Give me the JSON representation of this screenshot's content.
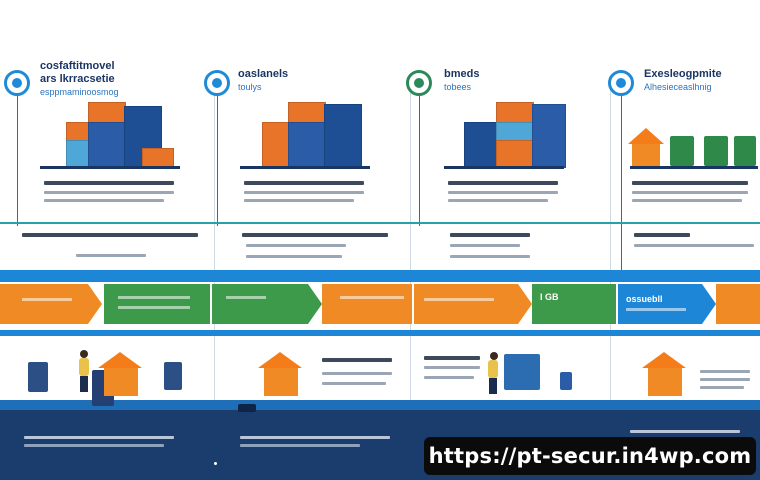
{
  "columns": [
    {
      "title": "cosfaftitmovel",
      "title2": "ars lkrracsetie",
      "subtitle": "esppmaminoosmog"
    },
    {
      "title": "oaslanels",
      "title2": "",
      "subtitle": "toulys"
    },
    {
      "title": "bmeds",
      "title2": "",
      "subtitle": "tobees"
    },
    {
      "title": "Exesleogpmite",
      "title2": "",
      "subtitle": "Alhesieceaslhnig"
    }
  ],
  "flow_labels": [
    "",
    "",
    "",
    "I GB",
    "ossuebll"
  ],
  "watermark": "https://pt-secur.in4wp.com",
  "colors": {
    "blue": "#1d86d6",
    "orange": "#f08a24",
    "green": "#3c9a4a",
    "navy": "#1a3d6e"
  }
}
